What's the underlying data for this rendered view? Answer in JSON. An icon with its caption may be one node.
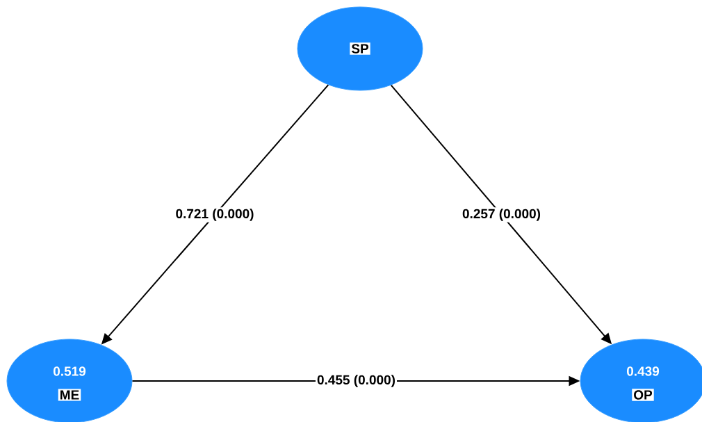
{
  "diagram": {
    "nodes": [
      {
        "text": [
          "SP"
        ]
      },
      {
        "text": [
          "0.519",
          "ME"
        ]
      },
      {
        "text": [
          "0.439",
          "OP"
        ]
      }
    ],
    "edges": [
      {
        "from": 0,
        "to": 1,
        "arrow": "to",
        "label": "0.721 (0.000)"
      },
      {
        "from": 0,
        "to": 2,
        "arrow": "to",
        "label": "0.257 (0.000)"
      },
      {
        "from": 1,
        "to": 2,
        "arrow": "to",
        "label": "0.455 (0.000)"
      }
    ]
  }
}
